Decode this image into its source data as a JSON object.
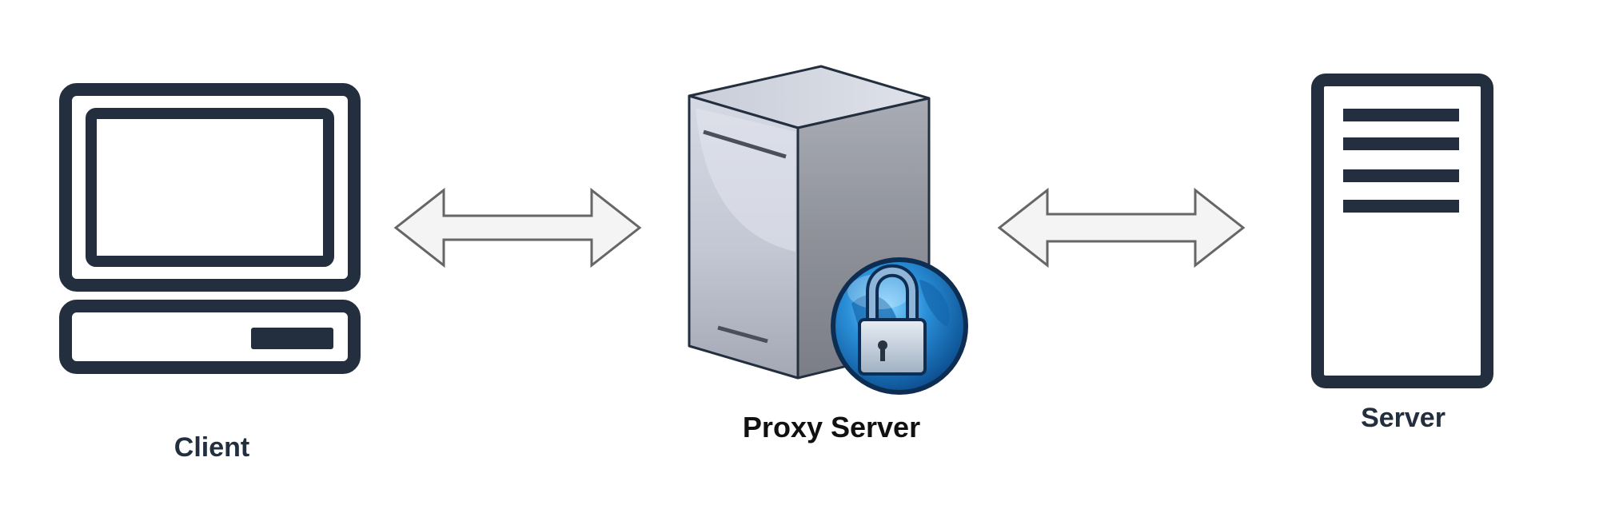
{
  "diagram": {
    "nodes": [
      {
        "id": "client",
        "label": "Client",
        "icon": "desktop-computer-icon"
      },
      {
        "id": "proxy",
        "label": "Proxy Server",
        "icon": "secure-server-icon"
      },
      {
        "id": "server",
        "label": "Server",
        "icon": "server-tower-icon"
      }
    ],
    "connections": [
      {
        "from": "client",
        "to": "proxy",
        "direction": "bidirectional"
      },
      {
        "from": "proxy",
        "to": "server",
        "direction": "bidirectional"
      }
    ]
  },
  "colors": {
    "icon_dark": "#232f3e",
    "arrow_fill": "#f4f4f4",
    "arrow_stroke": "#666666",
    "lock_blue": "#1a78c2"
  }
}
